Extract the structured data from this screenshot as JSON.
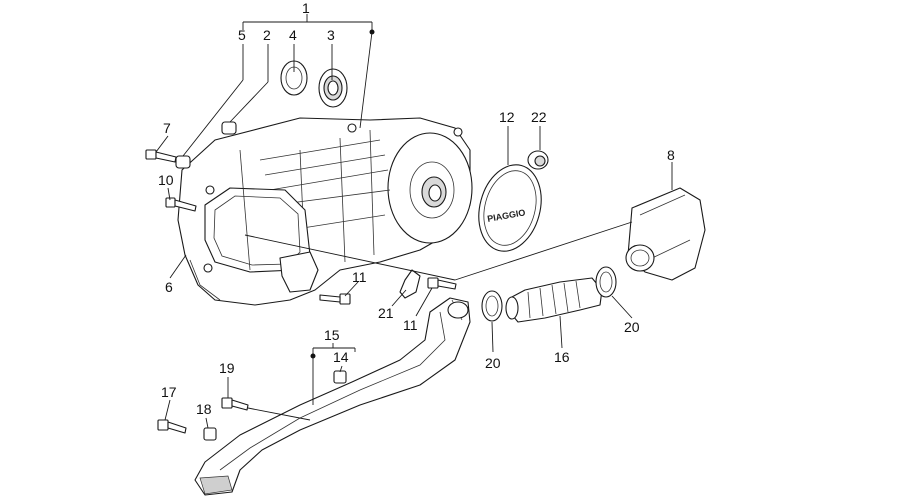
{
  "brand_text": "PIAGGIO",
  "callouts": [
    {
      "id": "1",
      "label": "1"
    },
    {
      "id": "5",
      "label": "5"
    },
    {
      "id": "2",
      "label": "2"
    },
    {
      "id": "4",
      "label": "4"
    },
    {
      "id": "3",
      "label": "3"
    },
    {
      "id": "7",
      "label": "7"
    },
    {
      "id": "10",
      "label": "10"
    },
    {
      "id": "6",
      "label": "6"
    },
    {
      "id": "12",
      "label": "12"
    },
    {
      "id": "22",
      "label": "22"
    },
    {
      "id": "8",
      "label": "8"
    },
    {
      "id": "11a",
      "label": "11"
    },
    {
      "id": "21",
      "label": "21"
    },
    {
      "id": "11b",
      "label": "11"
    },
    {
      "id": "20a",
      "label": "20"
    },
    {
      "id": "16",
      "label": "16"
    },
    {
      "id": "20b",
      "label": "20"
    },
    {
      "id": "15",
      "label": "15"
    },
    {
      "id": "14",
      "label": "14"
    },
    {
      "id": "19",
      "label": "19"
    },
    {
      "id": "17",
      "label": "17"
    },
    {
      "id": "18",
      "label": "18"
    }
  ]
}
